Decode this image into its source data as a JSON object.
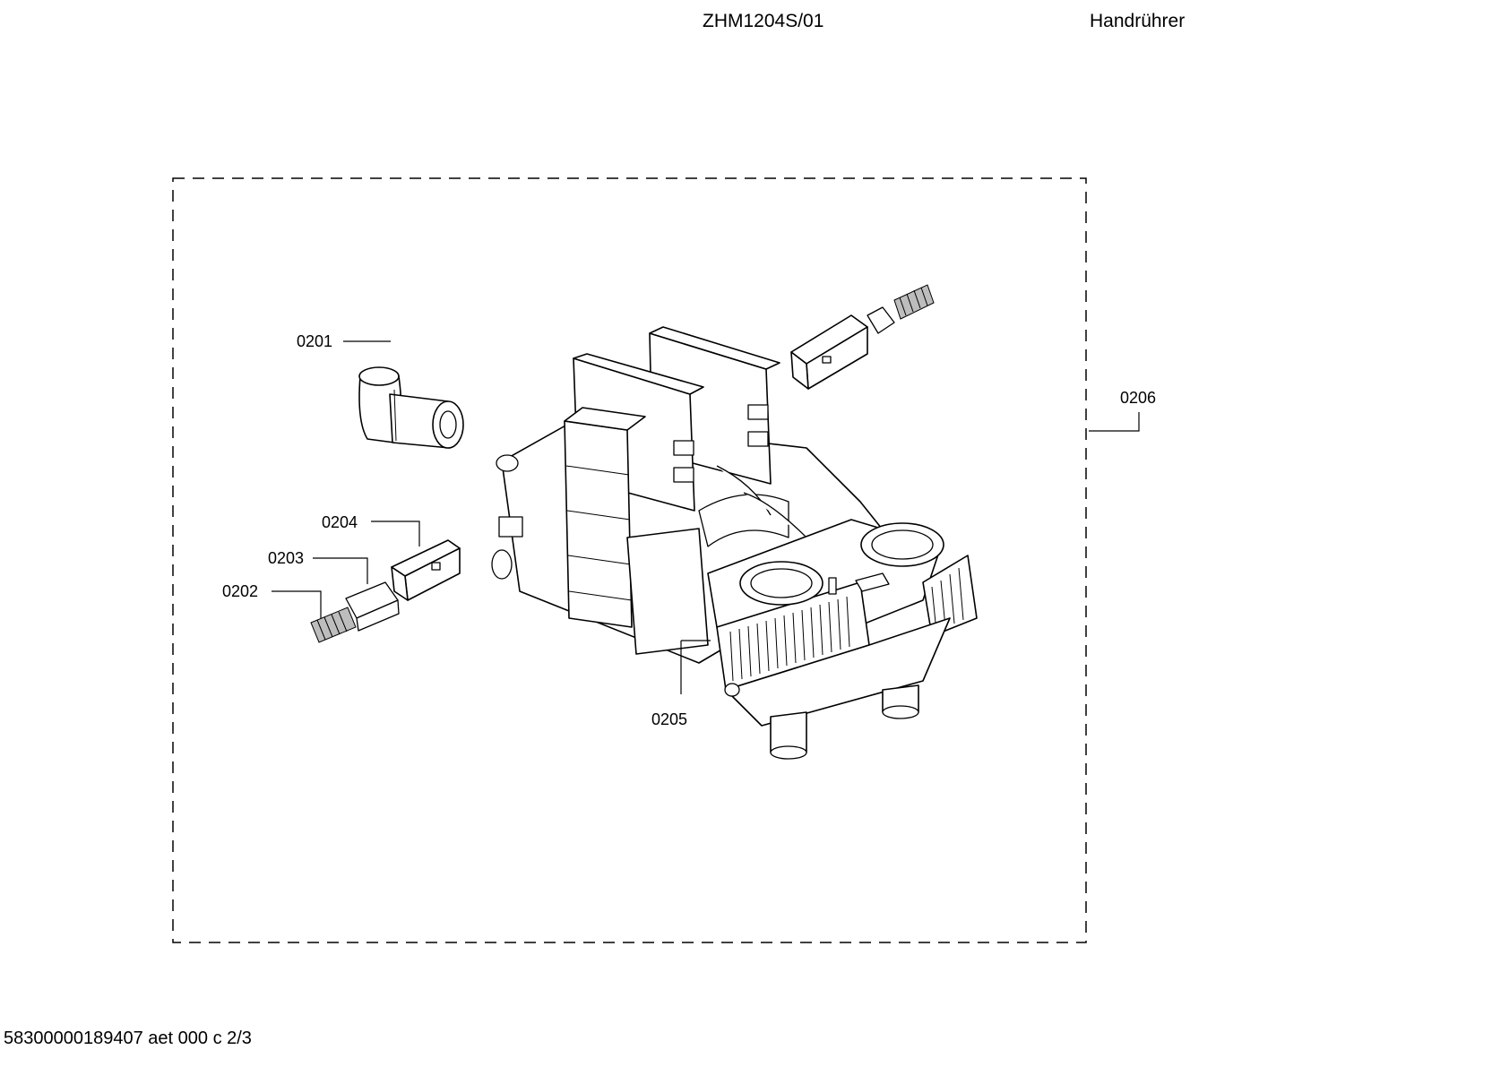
{
  "header": {
    "model": "ZHM1204S/01",
    "title": "Handrührer"
  },
  "footer": {
    "text": "58300000189407 aet 000 c 2/3"
  },
  "parts": [
    {
      "id": "0201"
    },
    {
      "id": "0202"
    },
    {
      "id": "0203"
    },
    {
      "id": "0204"
    },
    {
      "id": "0205"
    },
    {
      "id": "0206"
    }
  ]
}
